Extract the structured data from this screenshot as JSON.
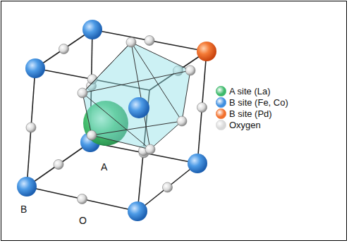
{
  "diagram": {
    "labels": [
      "A",
      "B",
      "O"
    ],
    "legend": [
      {
        "text": "A site (La)",
        "color": "#3cb96a"
      },
      {
        "text": "B site (Fe, Co)",
        "color": "#3f8fe0"
      },
      {
        "text": "B site (Pd)",
        "color": "#f2702c"
      },
      {
        "text": "Oxygen",
        "color": "#d8d8d8"
      }
    ]
  }
}
